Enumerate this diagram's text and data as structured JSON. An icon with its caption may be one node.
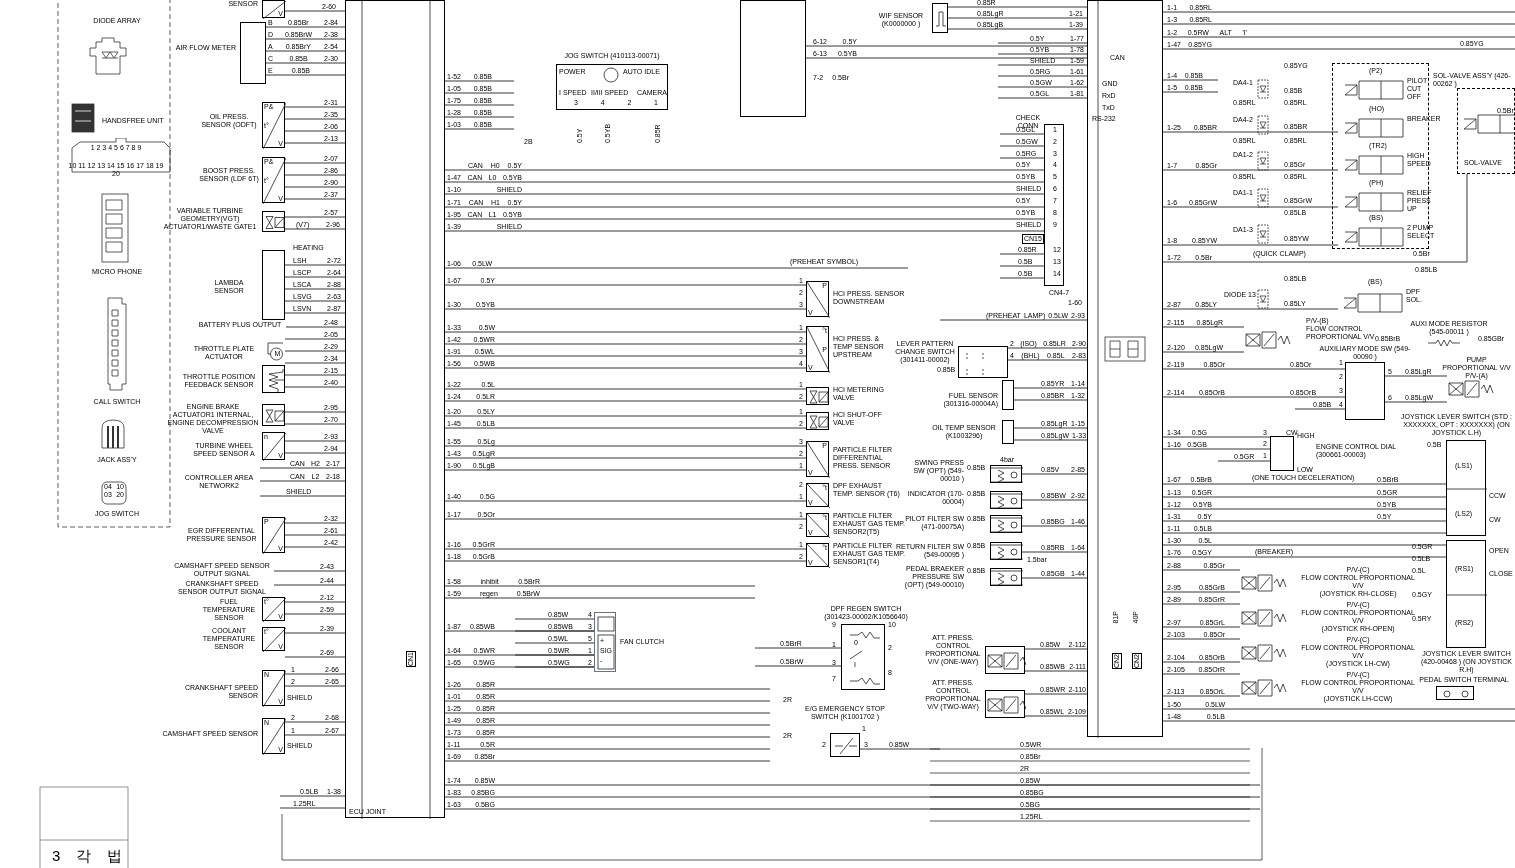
{
  "diagram": {
    "nodes": [
      {
        "text": [
          "V"
        ],
        "beside": [
          "SENSOR"
        ]
      },
      {
        "text": [],
        "shape": "box",
        "beside": [
          "AIR FLOW METER"
        ]
      },
      {
        "text": [
          "P&",
          "t°",
          "V"
        ],
        "beside": [
          "OIL PRESS. SENSOR (ODFT)"
        ]
      },
      {
        "text": [
          "P&",
          "t°",
          "V"
        ],
        "beside": [
          "BOOST PRESS. SENSOR (LDF 6T)"
        ]
      },
      {
        "text": [],
        "shape": "box",
        "beside": [
          "VARIABLE TURBINE GEOMETRY(VGT) ACTUATOR1/WASTE GATE1"
        ]
      },
      {
        "text": [],
        "shape": "box",
        "beside": [
          "LAMBDA SENSOR"
        ]
      },
      {
        "text": [
          "M"
        ],
        "beside": [
          "THROTTLE PLATE ACTUATOR"
        ]
      },
      {
        "text": [],
        "shape": "box",
        "beside": [
          "THROTTLE POSITION FEEDBACK SENSOR"
        ]
      },
      {
        "text": [],
        "shape": "box",
        "beside": [
          "ENGINE BRAKE ACTUATOR1 INTERNAL, ENGINE DECOMPRESSION VALVE"
        ]
      },
      {
        "text": [
          "n",
          "V"
        ],
        "beside": [
          "TURBINE WHEEL SPEED SENSOR A"
        ]
      },
      {
        "text": [
          "P",
          "V"
        ],
        "beside": [
          "EGR DIFFERENTIAL PRESSURE SENSOR"
        ]
      },
      {
        "text": [
          "t°",
          "V"
        ],
        "beside": [
          "FUEL TEMPERATURE SENSOR"
        ]
      },
      {
        "text": [
          "t°",
          "V"
        ],
        "beside": [
          "COOLANT TEMPERATURE SENSOR"
        ]
      },
      {
        "text": [
          "N",
          "V"
        ],
        "beside": [
          "CRANKSHAFT SPEED SENSOR"
        ]
      },
      {
        "text": [
          "N",
          "V"
        ],
        "beside": [
          "CAMSHAFT SPEED SENSOR"
        ]
      },
      {
        "text": [
          "ECU JOINT",
          "CN1"
        ]
      },
      {
        "text": [],
        "shape": "box"
      },
      {
        "text": [
          "POWER",
          "AUTO IDLE",
          "I SPEED",
          "II/III SPEED",
          "CAMERA"
        ],
        "beside": [
          "JOG SWITCH (410113-00071)"
        ]
      },
      {
        "text": [],
        "shape": "box",
        "beside": [
          "WIF SENSOR (K0000000 )"
        ]
      },
      {
        "text": [],
        "shape": "box",
        "beside": [
          "CHECK CONN"
        ]
      },
      {
        "text": [
          "P",
          "V"
        ],
        "beside": [
          "HCI PRESS. SENSOR DOWNSTREAM"
        ]
      },
      {
        "text": [
          "°t",
          "P",
          "V"
        ],
        "beside": [
          "HCI PRESS. & TEMP SENSOR UPSTREAM"
        ]
      },
      {
        "text": [],
        "shape": "box",
        "beside": [
          "HCI METERING VALVE"
        ]
      },
      {
        "text": [],
        "shape": "box",
        "beside": [
          "HCI SHUT-OFF VALVE"
        ]
      },
      {
        "text": [
          "P",
          "V"
        ],
        "beside": [
          "PARTICLE FILTER DIFFERENTIAL PRESS. SENSOR"
        ]
      },
      {
        "text": [
          "°t",
          "V"
        ],
        "beside": [
          "DPF EXHAUST TEMP. SENSOR (T6)"
        ]
      },
      {
        "text": [
          "°t",
          "V"
        ],
        "beside": [
          "PARTICLE FILTER EXHAUST GAS TEMP. SENSOR2(T5)"
        ]
      },
      {
        "text": [
          "°t",
          "V"
        ],
        "beside": [
          "PARTICLE FILTER EXHAUST GAS TEMP. SENSOR1(T4)"
        ]
      },
      {
        "text": [
          "+",
          "SIG",
          "-"
        ],
        "beside": [
          "FAN CLUTCH"
        ]
      },
      {
        "text": [
          "0",
          "I"
        ],
        "beside": [
          "DPF REGEN SWITCH (301423-00002/K1056640)"
        ]
      },
      {
        "text": [],
        "shape": "box",
        "beside": [
          "E/G EMERGENCY STOP SWITCH (K1001702 )"
        ]
      },
      {
        "text": [],
        "shape": "box",
        "beside": [
          "LEVER PATTERN CHANGE SWITCH (301411-00002)"
        ]
      },
      {
        "text": [],
        "shape": "box",
        "beside": [
          "FUEL SENSOR (301316-00004A)"
        ]
      },
      {
        "text": [],
        "shape": "box",
        "beside": [
          "OIL TEMP SENSOR (K1003296)"
        ]
      },
      {
        "text": [],
        "shape": "box",
        "beside": [
          "SWING PRESS SW (OPT) (549-00010 )"
        ]
      },
      {
        "text": [],
        "shape": "box",
        "beside": [
          "INDICATOR (170-00004)"
        ]
      },
      {
        "text": [],
        "shape": "box",
        "beside": [
          "PILOT FILTER SW (471-00075A)"
        ]
      },
      {
        "text": [],
        "shape": "box",
        "beside": [
          "RETURN FILTER SW (549-00095 )"
        ]
      },
      {
        "text": [],
        "shape": "box",
        "beside": [
          "PEDAL BRAEKER PRESSURE SW (OPT) (549-00010)"
        ]
      },
      {
        "text": [],
        "shape": "box",
        "beside": [
          "ATT. PRESS. CONTROL PROPORTIONAL V/V (ONE-WAY)"
        ]
      },
      {
        "text": [],
        "shape": "box",
        "beside": [
          "ATT. PRESS. CONTROL PROPORTIONAL V/V (TWO-WAY)"
        ]
      },
      {
        "text": [
          "81P",
          "40P",
          "CN2",
          "CN2"
        ]
      },
      {
        "text": [
          "SOL-VALVE ASS'Y (426-00262 )"
        ]
      },
      {
        "text": [
          "(P2)",
          "PILOT CUT OFF"
        ],
        "in": 42
      },
      {
        "text": [
          "(HO)",
          "BREAKER"
        ],
        "in": 42
      },
      {
        "text": [
          "(TR2)",
          "HIGH SPEED"
        ],
        "in": 42
      },
      {
        "text": [
          "(PH)",
          "RELIEF PRESS UP"
        ],
        "in": 42
      },
      {
        "text": [
          "(BS)",
          "2 PUMP SELECT"
        ],
        "in": 42
      },
      {
        "text": [
          "(BS)",
          "DPF SOL."
        ]
      },
      {
        "text": [
          "SOL-VALVE"
        ]
      },
      {
        "text": [],
        "shape": "valve",
        "beside": [
          "P/V-(B)",
          "FLOW CONTROL PROPORTIONAL V/V"
        ]
      },
      {
        "text": [],
        "shape": "resistor",
        "beside": [
          "AUXI MODE RESISTOR (545-00011 )"
        ]
      },
      {
        "text": [],
        "shape": "box",
        "beside": [
          "AUXILIARY MODE SW (549-00090 )"
        ]
      },
      {
        "text": [],
        "shape": "valve",
        "beside": [
          "PUMP PROPORTIONAL V/V",
          "P/V-(A)"
        ]
      },
      {
        "text": [],
        "shape": "box",
        "beside": [
          "ENGINE CONTROL DIAL (300661-00003)"
        ]
      },
      {
        "text": [
          "(LS1)",
          "(LS2)"
        ],
        "beside": [
          "JOYSTICK LEVER SWITCH (STD : XXXXXXX, OPT : XXXXXXX) (ON JOYSTICK L.H)"
        ]
      },
      {
        "text": [],
        "shape": "valve",
        "beside": [
          "P/V-(C)",
          "FLOW CONTROL PROPORTIONAL V/V",
          "(JOYSTICK RH-CLOSE)"
        ]
      },
      {
        "text": [],
        "shape": "valve",
        "beside": [
          "P/V-(C)",
          "FLOW CONTROL PROPORTIONAL V/V",
          "(JOYSTICK RH-OPEN)"
        ]
      },
      {
        "text": [],
        "shape": "valve",
        "beside": [
          "P/V-(C)",
          "FLOW CONTROL PROPORTIONAL V/V",
          "(JOYSTICK LH-CW)"
        ]
      },
      {
        "text": [],
        "shape": "valve",
        "beside": [
          "P/V-(C)",
          "FLOW CONTROL PROPORTIONAL V/V",
          "(JOYSTICK LH-CCW)"
        ]
      },
      {
        "text": [
          "(RS1)",
          "(RS2)"
        ],
        "beside": [
          "JOYSTICK LEVER SWITCH (420-00468 ) (ON JOYSTICK R.H)"
        ]
      },
      {
        "text": [],
        "shape": "box",
        "beside": [
          "PEDAL SWITCH TERMINAL"
        ]
      },
      {
        "text": [
          "BATTERY PLUS OUTPUT"
        ]
      },
      {
        "text": [
          "CONTROLLER AREA NETWORK2"
        ]
      },
      {
        "text": [
          "CAMSHAFT SPEED SENSOR OUTPUT SIGNAL"
        ]
      },
      {
        "text": [
          "CRANKSHAFT SPEED SENSOR OUTPUT SIGNAL"
        ]
      }
    ],
    "edges": [
      {
        "from": 0,
        "to": 15,
        "arrow": "none"
      },
      {
        "from": 1,
        "to": 15,
        "arrow": "none"
      },
      {
        "from": 1,
        "to": 15,
        "arrow": "none"
      },
      {
        "from": 1,
        "to": 15,
        "arrow": "none"
      },
      {
        "from": 1,
        "to": 15,
        "arrow": "none"
      },
      {
        "from": 1,
        "to": 15,
        "arrow": "none"
      },
      {
        "from": 2,
        "to": 15,
        "arrow": "none"
      },
      {
        "from": 2,
        "to": 15,
        "arrow": "none"
      },
      {
        "from": 2,
        "to": 15,
        "arrow": "none"
      },
      {
        "from": 2,
        "to": 15,
        "arrow": "none"
      },
      {
        "from": 3,
        "to": 15,
        "arrow": "none"
      },
      {
        "from": 3,
        "to": 15,
        "arrow": "none"
      },
      {
        "from": 3,
        "to": 15,
        "arrow": "none"
      },
      {
        "from": 3,
        "to": 15,
        "arrow": "none"
      },
      {
        "from": 4,
        "to": 15,
        "arrow": "none"
      },
      {
        "from": 4,
        "to": 15,
        "arrow": "none"
      },
      {
        "from": 5,
        "to": 15,
        "arrow": "none"
      },
      {
        "from": 5,
        "to": 15,
        "arrow": "none"
      },
      {
        "from": 5,
        "to": 15,
        "arrow": "none"
      },
      {
        "from": 5,
        "to": 15,
        "arrow": "none"
      },
      {
        "from": 5,
        "to": 15,
        "arrow": "none"
      },
      {
        "from": 62,
        "to": 15,
        "arrow": "none"
      },
      {
        "from": 6,
        "to": 15,
        "arrow": "none"
      },
      {
        "from": 6,
        "to": 15,
        "arrow": "none"
      },
      {
        "from": 6,
        "to": 15,
        "arrow": "none"
      },
      {
        "from": 7,
        "to": 15,
        "arrow": "none"
      },
      {
        "from": 7,
        "to": 15,
        "arrow": "none"
      },
      {
        "from": 8,
        "to": 15,
        "arrow": "none"
      },
      {
        "from": 8,
        "to": 15,
        "arrow": "none"
      },
      {
        "from": 9,
        "to": 15,
        "arrow": "none"
      },
      {
        "from": 9,
        "to": 15,
        "arrow": "none"
      },
      {
        "from": 63,
        "to": 15,
        "arrow": "none"
      },
      {
        "from": 63,
        "to": 15,
        "arrow": "none"
      },
      {
        "from": 63,
        "to": 15,
        "arrow": "none"
      },
      {
        "from": 10,
        "to": 15,
        "arrow": "none"
      },
      {
        "from": 10,
        "to": 15,
        "arrow": "none"
      },
      {
        "from": 10,
        "to": 15,
        "arrow": "none"
      },
      {
        "from": 64,
        "to": 15,
        "arrow": "none"
      },
      {
        "from": 65,
        "to": 15,
        "arrow": "none"
      },
      {
        "from": 11,
        "to": 15,
        "arrow": "none"
      },
      {
        "from": 11,
        "to": 15,
        "arrow": "none"
      },
      {
        "from": 12,
        "to": 15,
        "arrow": "none"
      },
      {
        "from": 12,
        "to": 15,
        "arrow": "none"
      },
      {
        "from": 13,
        "to": 15,
        "arrow": "none"
      },
      {
        "from": 13,
        "to": 15,
        "arrow": "none"
      },
      {
        "from": 14,
        "to": 15,
        "arrow": "none"
      },
      {
        "from": 14,
        "to": 15,
        "arrow": "none"
      },
      {
        "from": null,
        "to": 15,
        "arrow": "none"
      },
      {
        "from": null,
        "to": 15,
        "arrow": "none"
      },
      {
        "from": 15,
        "to": null,
        "arrow": "none"
      },
      {
        "from": 15,
        "to": null,
        "arrow": "none"
      },
      {
        "from": 15,
        "to": null,
        "arrow": "none"
      },
      {
        "from": 15,
        "to": null,
        "arrow": "none"
      },
      {
        "from": 15,
        "to": null,
        "arrow": "none"
      },
      {
        "from": 15,
        "to": 19,
        "arrow": "none"
      },
      {
        "from": 15,
        "to": 19,
        "arrow": "none"
      },
      {
        "from": 15,
        "to": 19,
        "arrow": "none"
      },
      {
        "from": 15,
        "to": 19,
        "arrow": "none"
      },
      {
        "from": 15,
        "to": 19,
        "arrow": "none"
      },
      {
        "from": 15,
        "to": 19,
        "arrow": "none"
      },
      {
        "from": 16,
        "to": 41,
        "arrow": "none"
      },
      {
        "from": 16,
        "to": 41,
        "arrow": "none"
      },
      {
        "from": 18,
        "to": 41,
        "arrow": "none"
      },
      {
        "from": 18,
        "to": 41,
        "arrow": "none"
      },
      {
        "from": 18,
        "to": 41,
        "arrow": "none"
      },
      {
        "from": null,
        "to": 41,
        "arrow": "none"
      },
      {
        "from": null,
        "to": 41,
        "arrow": "none"
      },
      {
        "from": null,
        "to": 41,
        "arrow": "none"
      },
      {
        "from": null,
        "to": 41,
        "arrow": "none"
      },
      {
        "from": null,
        "to": 41,
        "arrow": "none"
      },
      {
        "from": null,
        "to": 41,
        "arrow": "none"
      },
      {
        "from": null,
        "to": 19,
        "arrow": "none"
      },
      {
        "from": null,
        "to": 19,
        "arrow": "none"
      },
      {
        "from": null,
        "to": 19,
        "arrow": "none"
      },
      {
        "from": null,
        "to": 19,
        "arrow": "none"
      },
      {
        "from": null,
        "to": 19,
        "arrow": "none"
      },
      {
        "from": null,
        "to": 19,
        "arrow": "none"
      },
      {
        "from": 15,
        "to": null,
        "arrow": "none"
      },
      {
        "from": 15,
        "to": 20,
        "arrow": "none"
      },
      {
        "from": 15,
        "to": 20,
        "arrow": "none"
      },
      {
        "from": 15,
        "to": 21,
        "arrow": "none"
      },
      {
        "from": 15,
        "to": 21,
        "arrow": "none"
      },
      {
        "from": 15,
        "to": 21,
        "arrow": "none"
      },
      {
        "from": 15,
        "to": 21,
        "arrow": "none"
      },
      {
        "from": 15,
        "to": 22,
        "arrow": "none"
      },
      {
        "from": 15,
        "to": 22,
        "arrow": "none"
      },
      {
        "from": 15,
        "to": 23,
        "arrow": "none"
      },
      {
        "from": 15,
        "to": 23,
        "arrow": "none"
      },
      {
        "from": 15,
        "to": 24,
        "arrow": "none"
      },
      {
        "from": 15,
        "to": 24,
        "arrow": "none"
      },
      {
        "from": 15,
        "to": 24,
        "arrow": "none"
      },
      {
        "from": 15,
        "to": 25,
        "arrow": "none"
      },
      {
        "from": 15,
        "to": 26,
        "arrow": "none"
      },
      {
        "from": 15,
        "to": 27,
        "arrow": "none"
      },
      {
        "from": 15,
        "to": 27,
        "arrow": "none"
      },
      {
        "from": 15,
        "to": null,
        "arrow": "none"
      },
      {
        "from": 15,
        "to": null,
        "arrow": "none"
      },
      {
        "from": 15,
        "to": 28,
        "arrow": "none"
      },
      {
        "from": 15,
        "to": 28,
        "arrow": "none"
      },
      {
        "from": 15,
        "to": 28,
        "arrow": "none"
      },
      {
        "from": 15,
        "to": null,
        "arrow": "none"
      },
      {
        "from": 15,
        "to": null,
        "arrow": "none"
      },
      {
        "from": 15,
        "to": null,
        "arrow": "none"
      },
      {
        "from": 15,
        "to": null,
        "arrow": "none"
      },
      {
        "from": 15,
        "to": null,
        "arrow": "none"
      },
      {
        "from": 15,
        "to": null,
        "arrow": "none"
      },
      {
        "from": 15,
        "to": null,
        "arrow": "none"
      },
      {
        "from": 15,
        "to": null,
        "arrow": "none"
      },
      {
        "from": 15,
        "to": null,
        "arrow": "none"
      },
      {
        "from": 15,
        "to": null,
        "arrow": "none"
      },
      {
        "from": null,
        "to": 28,
        "arrow": "none"
      },
      {
        "from": null,
        "to": 28,
        "arrow": "none"
      },
      {
        "from": null,
        "to": 28,
        "arrow": "none"
      },
      {
        "from": null,
        "to": 28,
        "arrow": "none"
      },
      {
        "from": null,
        "to": 28,
        "arrow": "none"
      },
      {
        "from": null,
        "to": 29,
        "arrow": "none"
      },
      {
        "from": null,
        "to": 29,
        "arrow": "none"
      },
      {
        "from": 30,
        "to": null,
        "arrow": "none"
      },
      {
        "from": null,
        "to": 41,
        "arrow": "none"
      },
      {
        "from": 31,
        "to": 41,
        "arrow": "none"
      },
      {
        "from": 31,
        "to": 41,
        "arrow": "none"
      },
      {
        "from": 32,
        "to": 41,
        "arrow": "none"
      },
      {
        "from": 32,
        "to": 41,
        "arrow": "none"
      },
      {
        "from": 33,
        "to": 41,
        "arrow": "none"
      },
      {
        "from": 33,
        "to": 41,
        "arrow": "none"
      },
      {
        "from": 34,
        "to": 41,
        "arrow": "none"
      },
      {
        "from": 35,
        "to": 41,
        "arrow": "none"
      },
      {
        "from": 36,
        "to": 41,
        "arrow": "none"
      },
      {
        "from": 37,
        "to": 41,
        "arrow": "none"
      },
      {
        "from": 38,
        "to": 41,
        "arrow": "none"
      },
      {
        "from": 39,
        "to": 41,
        "arrow": "none"
      },
      {
        "from": 39,
        "to": 41,
        "arrow": "none"
      },
      {
        "from": 40,
        "to": 41,
        "arrow": "none"
      },
      {
        "from": 40,
        "to": 41,
        "arrow": "none"
      },
      {
        "from": 41,
        "to": null,
        "arrow": "none"
      },
      {
        "from": 41,
        "to": null,
        "arrow": "none"
      },
      {
        "from": 41,
        "to": null,
        "arrow": "none"
      },
      {
        "from": 41,
        "to": null,
        "arrow": "none"
      },
      {
        "from": 41,
        "to": null,
        "arrow": "none"
      },
      {
        "from": 41,
        "to": null,
        "arrow": "none"
      },
      {
        "from": 41,
        "to": 44,
        "arrow": "none"
      },
      {
        "from": 41,
        "to": 45,
        "arrow": "none"
      },
      {
        "from": 41,
        "to": 46,
        "arrow": "none"
      },
      {
        "from": 41,
        "to": 47,
        "arrow": "none"
      },
      {
        "from": 41,
        "to": 49,
        "arrow": "none"
      },
      {
        "from": 41,
        "to": 48,
        "arrow": "none"
      },
      {
        "from": 41,
        "to": 50,
        "arrow": "none"
      },
      {
        "from": 41,
        "to": 50,
        "arrow": "none"
      },
      {
        "from": 41,
        "to": 52,
        "arrow": "none"
      },
      {
        "from": 41,
        "to": 52,
        "arrow": "none"
      },
      {
        "from": null,
        "to": 52,
        "arrow": "none"
      },
      {
        "from": 52,
        "to": 53,
        "arrow": "none"
      },
      {
        "from": 52,
        "to": 53,
        "arrow": "none"
      },
      {
        "from": 41,
        "to": 54,
        "arrow": "none"
      },
      {
        "from": 41,
        "to": 54,
        "arrow": "none"
      },
      {
        "from": null,
        "to": 54,
        "arrow": "none"
      },
      {
        "from": 41,
        "to": 55,
        "arrow": "none"
      },
      {
        "from": 41,
        "to": 55,
        "arrow": "none"
      },
      {
        "from": 41,
        "to": 55,
        "arrow": "none"
      },
      {
        "from": 41,
        "to": 55,
        "arrow": "none"
      },
      {
        "from": 41,
        "to": 55,
        "arrow": "none"
      },
      {
        "from": 41,
        "to": 60,
        "arrow": "none"
      },
      {
        "from": 41,
        "to": 60,
        "arrow": "none"
      },
      {
        "from": 41,
        "to": 56,
        "arrow": "none"
      },
      {
        "from": 41,
        "to": 56,
        "arrow": "none"
      },
      {
        "from": 41,
        "to": 57,
        "arrow": "none"
      },
      {
        "from": 41,
        "to": 57,
        "arrow": "none"
      },
      {
        "from": 41,
        "to": 58,
        "arrow": "none"
      },
      {
        "from": 41,
        "to": 58,
        "arrow": "none"
      },
      {
        "from": 41,
        "to": 59,
        "arrow": "none"
      },
      {
        "from": 41,
        "to": 59,
        "arrow": "none"
      },
      {
        "from": 41,
        "to": null,
        "arrow": "none"
      },
      {
        "from": 41,
        "to": null,
        "arrow": "none"
      }
    ],
    "labels": [
      "DIODE ARRAY",
      "HANDSFREE UNIT",
      "1 2 3 4 5 6 7 8 9",
      "10 11 12 13 14 15 16 17 18 19 20",
      "MICRO PHONE",
      "CALL SWITCH",
      "JACK ASS'Y",
      "04 10",
      "03 20",
      "JOG SWITCH",
      "3 각 법",
      "2-60",
      "B 0.85Br 2-84",
      "D 0.85BrW 2-38",
      "A 0.85BrY 2-54",
      "C 0.85B 2-30",
      "E 0.85B",
      "2-31",
      "2-35",
      "2-06",
      "2-13",
      "2-07",
      "2-86",
      "2-90",
      "2-37",
      "2-57",
      "(V7) 2-96",
      "HEATING",
      "LSH 2-72",
      "LSCP 2-64",
      "LSCA 2-88",
      "LSVG 2-63",
      "LSVN 2-87",
      "2-48",
      "2-05",
      "2-29",
      "2-34",
      "2-15",
      "2-40",
      "2-95",
      "2-70",
      "2-93",
      "2-94",
      "CAN H2 2-17",
      "CAN L2 2-18",
      "SHIELD",
      "2-32",
      "2-61",
      "2-42",
      "2-43",
      "2-44",
      "2-12",
      "2-59",
      "2-39",
      "2-69",
      "1 2-66",
      "2 2-65",
      "2 2-68",
      "1 2-67",
      "SHIELD",
      "SHIELD",
      "0.5LB 1-38",
      "1.25RL",
      "1-52 0.85B",
      "1-05 0.85B",
      "1-75 0.85B",
      "1-28 0.85B",
      "1-03 0.85B",
      "2B",
      "3 4 2 1",
      "0.5Y",
      "0.5YB",
      "0.85R",
      "CAN H0 0.5Y",
      "1-47 CAN L0 0.5YB",
      "1-10 SHIELD",
      "1-71 CAN H1 0.5Y",
      "1-95 CAN L1 0.5YB",
      "1-39 SHIELD",
      "6-12 0.5Y",
      "6-13 0.5YB",
      "7-2 0.5Br",
      "0.85R",
      "0.85LgR",
      "0.85LgB",
      "1-21",
      "1-39",
      "0.5Y 1-77",
      "0.5YB 1-78",
      "SHIELD 1-59",
      "0.5RG 1-61",
      "0.5GW 1-62",
      "0.5GL 1-81",
      "CAN",
      "GND",
      "RxD",
      "TxD",
      "RS-232",
      "0.5GL",
      "0.5GW",
      "0.5RG",
      "0.5Y",
      "0.5YB",
      "SHIELD",
      "0.5Y",
      "0.5YB",
      "SHIELD",
      "CN15",
      "0.85R",
      "0.5B",
      "0.5B",
      "1",
      "2",
      "3",
      "4",
      "5",
      "6",
      "7",
      "8",
      "9",
      "12",
      "13",
      "14",
      "CN4-7",
      "1-60",
      "1-06 0.5LW",
      "(PREHEAT SYMBOL)",
      "1-67 0.5Y",
      "1-30 0.5YB",
      "1-33 0.5W",
      "1-42 0.5WR",
      "1-91 0.5WL",
      "1-56 0.5WB",
      "1-22 0.5L",
      "1-24 0.5LR",
      "1-20 0.5LY",
      "1-45 0.5LB",
      "1-55 0.5Lg",
      "1-43 0.5LgR",
      "1-90 0.5LgB",
      "1-40 0.5G",
      "1-17 0.5Or",
      "1-16 0.5GrR",
      "1-18 0.5GrB",
      "1-58 inhibit 0.5BrR",
      "1-59 regen 0.5BrW",
      "1-87 0.85WB",
      "1-64 0.5WR",
      "1-65 0.5WG",
      "1-26 0.85R",
      "1-01 0.85R",
      "1-25 0.85R",
      "1-49 0.85R",
      "1-73 0.85R",
      "1-11 0.5R",
      "1-69 0.85Br",
      "1-74 0.85W",
      "1-83 0.85BG",
      "1-63 0.5BG",
      "1",
      "2",
      "3",
      "1",
      "2",
      "3",
      "4",
      "1",
      "2",
      "1",
      "2",
      "3",
      "2",
      "1",
      "2",
      "1",
      "1",
      "2",
      "1",
      "2",
      "0.85W 4",
      "0.85WB 3",
      "0.5WL 5",
      "0.5WR 1",
      "0.5WG 2",
      "0.5BrR",
      "0.5BrW",
      "9",
      "1",
      "3",
      "7",
      "10",
      "2",
      "8",
      "2R",
      "2R",
      "1",
      "2",
      "3",
      "0.85W",
      "0.5WR",
      "0.85Br",
      "2R",
      "0.85W",
      "0.85BG",
      "0.5BG",
      "1.25RL",
      "(PREHEAT LAMP) 0.5LW 2-93",
      "2 (ISO) 0.85LR 2-90",
      "4 (BHL) 0.85L 2-83",
      "0.85B",
      "0.85YR 1-14",
      "0.85BR 1-32",
      "0.85LgR 1-15",
      "0.85LgW 1-33",
      "0.85B",
      "0.85B",
      "0.85B",
      "0.85B",
      "0.85B",
      "4bar",
      "0.85V 2-85",
      "0.85BW 2-92",
      "0.85BG 1-46",
      "0.85RB 1-64",
      "0.85GB 1-44",
      "1.5bar",
      "0.85W 2-112",
      "0.85WB 2-111",
      "0.85WR 2-110",
      "0.85WL 2-109",
      "1-1 0.85RL",
      "1-3 0.85RL",
      "1-2 0.5RW ALT 'I'",
      "1-47 0.85YG",
      "0.85YG",
      "1-4 0.85B",
      "1-5 0.85B",
      "1-25 0.85BR",
      "1-7 0.85Gr",
      "1-6 0.85GrW",
      "1-8 0.85YW",
      "1-72 0.5Br",
      "2-87 0.85LY",
      "DA4-1",
      "DA4-2",
      "DA1-2",
      "DA1-1",
      "DA1-3",
      "DIODE 13",
      "0.85YG",
      "0.85B",
      "0.85RL",
      "0.85BR",
      "0.85RL",
      "0.85Gr",
      "0.85RL",
      "0.85GrW",
      "0.85LB",
      "0.85YW",
      "0.85LB",
      "0.85LY",
      "0.85RL",
      "0.85RL",
      "0.85RL",
      "(QUICK CLAMP)",
      "0.5Br",
      "0.85LB",
      "0.5Br",
      "2-115 0.85LgR",
      "2-120 0.85LgW",
      "0.85BrB",
      "0.85GBr",
      "2-119 0.85Or",
      "2-114 0.85OrB",
      "0.85Or",
      "0.85OrB",
      "0.85B",
      "1",
      "2",
      "3",
      "4",
      "5",
      "6",
      "0.85LgR",
      "0.85LgW",
      "1-34 0.5G",
      "1-16 0.5GB",
      "0.5GR",
      "3",
      "2",
      "1",
      "CW",
      "HIGH",
      "LOW",
      "0.5B",
      "1-67 0.5BrB",
      "1-13 0.5GR",
      "1-12 0.5YB",
      "1-31 0.5Y",
      "1-11 0.5LB",
      "1-30 0.5L",
      "1-76 0.5GY",
      "(ONE TOUCH DECELERATION)",
      "0.5BrB",
      "0.5GR",
      "0.5YB",
      "0.5Y",
      "(BREAKER)",
      "0.5GR",
      "0.5LB",
      "0.5L",
      "0.5GY",
      "0.5RY",
      "2-88 0.85Gr",
      "2-95 0.85GrB",
      "2-89 0.85GrR",
      "2-97 0.85GrL",
      "2-103 0.85Or",
      "2-104 0.85OrB",
      "2-105 0.85OrR",
      "2-113 0.85OrL",
      "1-50 0.5LW",
      "1-48 0.5LB",
      "CCW",
      "CW",
      "OPEN",
      "CLOSE"
    ]
  }
}
